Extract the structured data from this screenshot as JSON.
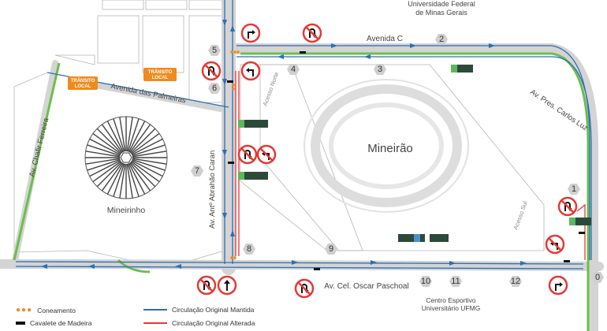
{
  "labels": {
    "university": [
      "Universidade Federal",
      "de Minas Gerais"
    ],
    "avenida_c": "Avenida C",
    "avenida_palmeiras": "Avenida das Palmeiras",
    "chafir": "Av. Chafir Ferreira",
    "carlos_luz": "Av. Pres. Carlos Luz",
    "caran": "Av. Antº Abrahão Caran",
    "paschoal": "Av. Cel. Oscar Paschoal",
    "mineirao": "Mineirão",
    "mineirinho": "Mineirinho",
    "acesso_norte": "Acesso Norte",
    "acesso_sul": "Acesso Sul",
    "centro": [
      "Centro Esportivo",
      "Universitário UFMG"
    ],
    "transito_local": [
      "TRÂNSITO",
      "LOCAL"
    ]
  },
  "points": [
    "0",
    "1",
    "2",
    "3",
    "4",
    "5",
    "6",
    "7",
    "8",
    "9",
    "10",
    "11",
    "12"
  ],
  "legend": {
    "coneamento": "Coneamento",
    "cavalete": "Cavalete de Madeira",
    "mantida": "Circulação Original Mantida",
    "alterada": "Circulação Original Alterada"
  },
  "colors": {
    "blue": "#2b6fb5",
    "red": "#e53935",
    "green": "#6cbf4a",
    "orange": "#f08a1c",
    "road": "#d4d4d4",
    "outline": "#b5b5b5"
  },
  "icons": [
    "no-u-turn-sign-icon",
    "no-left-turn-sign-icon",
    "turn-right-sign-icon",
    "turn-left-sign-icon",
    "straight-only-sign-icon",
    "parking-badge-icon"
  ]
}
